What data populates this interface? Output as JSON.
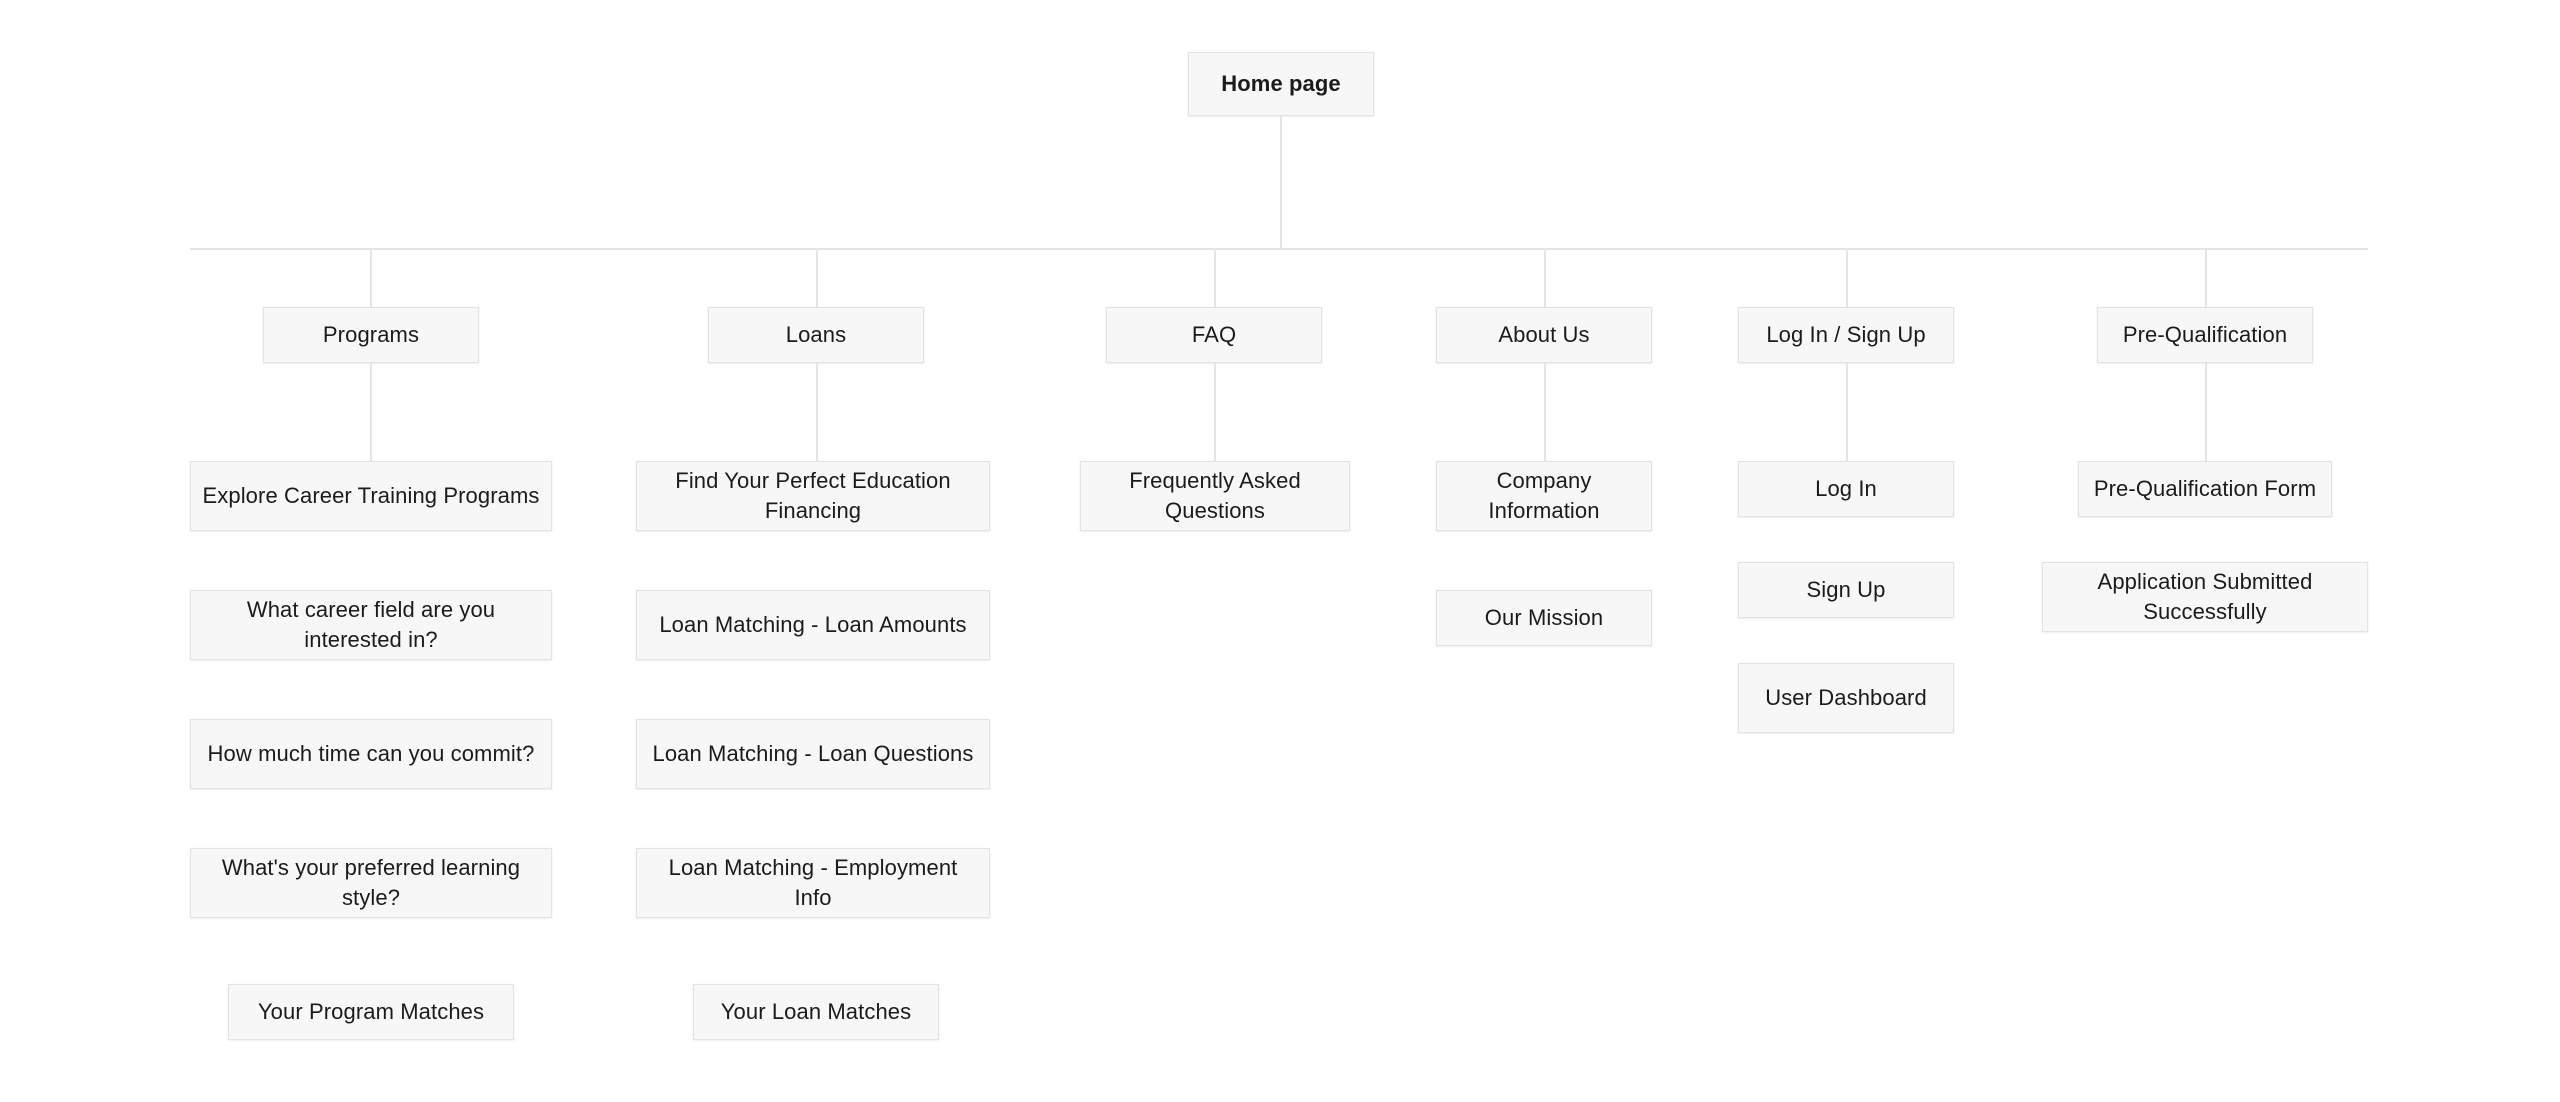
{
  "diagram": {
    "type": "sitemap",
    "title": "Home page",
    "background_color": "#ffffff",
    "node_fill_color": "#f7f7f7",
    "node_border_color": "#e3e3e3",
    "connector_color": "#e4e4e4",
    "text_color": "#1b1b1b"
  },
  "root": {
    "label": "Home page"
  },
  "columns": [
    {
      "id": "programs",
      "top": {
        "label": "Programs"
      },
      "children": [
        {
          "label": "Explore Career Training Programs"
        },
        {
          "label": "What career field are you interested in?"
        },
        {
          "label": "How much time can you commit?"
        },
        {
          "label": "What's your preferred learning style?"
        },
        {
          "label": "Your Program Matches"
        }
      ]
    },
    {
      "id": "loans",
      "top": {
        "label": "Loans"
      },
      "children": [
        {
          "label": "Find Your Perfect Education Financing"
        },
        {
          "label": "Loan Matching - Loan Amounts"
        },
        {
          "label": "Loan Matching - Loan Questions"
        },
        {
          "label": "Loan Matching - Employment Info"
        },
        {
          "label": "Your Loan Matches"
        }
      ]
    },
    {
      "id": "faq",
      "top": {
        "label": "FAQ"
      },
      "children": [
        {
          "label": "Frequently Asked Questions"
        }
      ]
    },
    {
      "id": "about-us",
      "top": {
        "label": "About Us"
      },
      "children": [
        {
          "label": "Company Information"
        },
        {
          "label": "Our Mission"
        }
      ]
    },
    {
      "id": "log-in-sign-up",
      "top": {
        "label": "Log In / Sign Up"
      },
      "children": [
        {
          "label": "Log In"
        },
        {
          "label": "Sign Up"
        },
        {
          "label": "User Dashboard"
        }
      ]
    },
    {
      "id": "pre-qualification",
      "top": {
        "label": "Pre-Qualification"
      },
      "children": [
        {
          "label": "Pre-Qualification Form"
        },
        {
          "label": "Application Submitted Successfully"
        }
      ]
    }
  ]
}
